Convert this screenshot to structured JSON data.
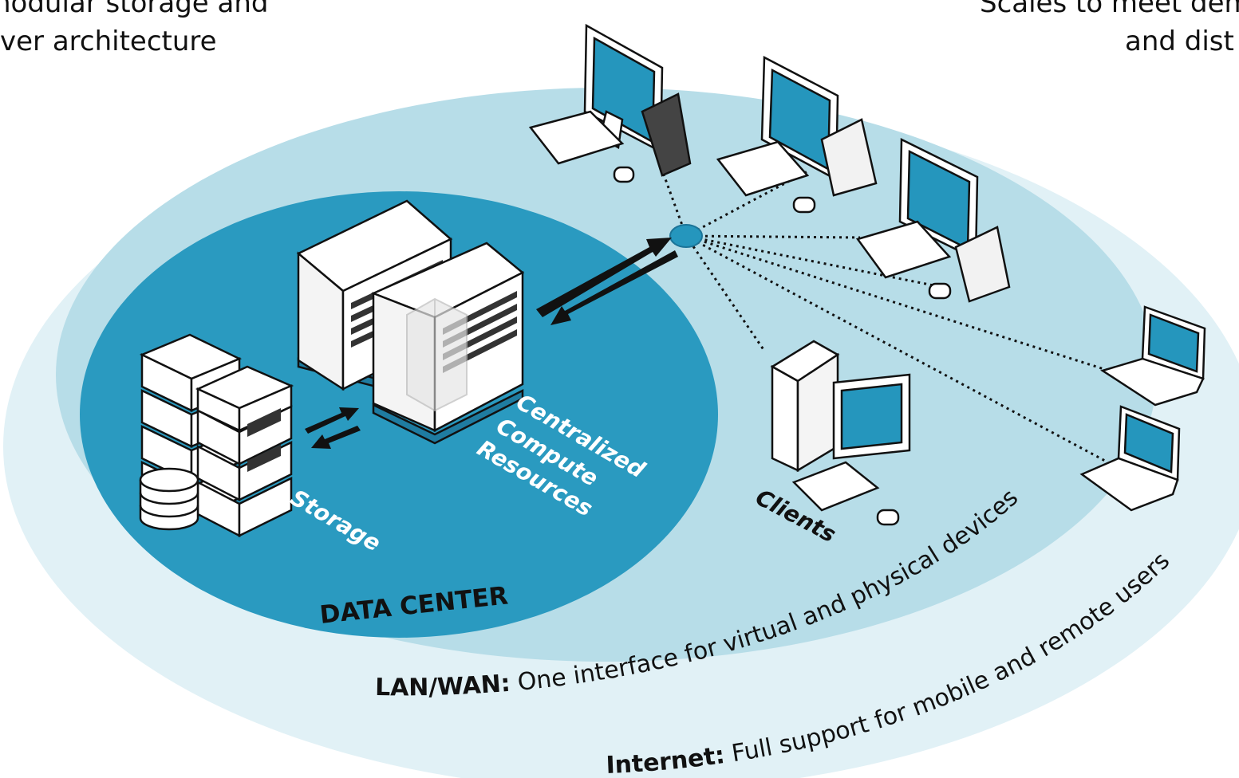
{
  "corner_text": {
    "top_left_line1": "nodular storage and",
    "top_left_line2": "ver architecture",
    "top_right_line1": "Scales to meet dem",
    "top_right_line2": "and dist"
  },
  "labels": {
    "storage": "Storage",
    "compute_line1": "Centralized",
    "compute_line2": "Compute",
    "compute_line3": "Resources",
    "clients": "Clients",
    "data_center": "DATA CENTER",
    "lan_bold": "LAN/WAN:",
    "lan_text": " One interface for virtual and physical devices",
    "internet_bold": "Internet:",
    "internet_text": " Full support for mobile and remote users"
  },
  "colors": {
    "data_center": "#2a9ac0",
    "lan_ring": "#b7dde8",
    "internet_ring": "#e1f1f6",
    "screen": "#2596bd",
    "hub": "#2596bd"
  },
  "icons": [
    "server-tower-icon",
    "storage-unit-icon",
    "database-icon",
    "desktop-client-icon",
    "laptop-icon",
    "thin-client-icon",
    "network-hub-icon"
  ]
}
